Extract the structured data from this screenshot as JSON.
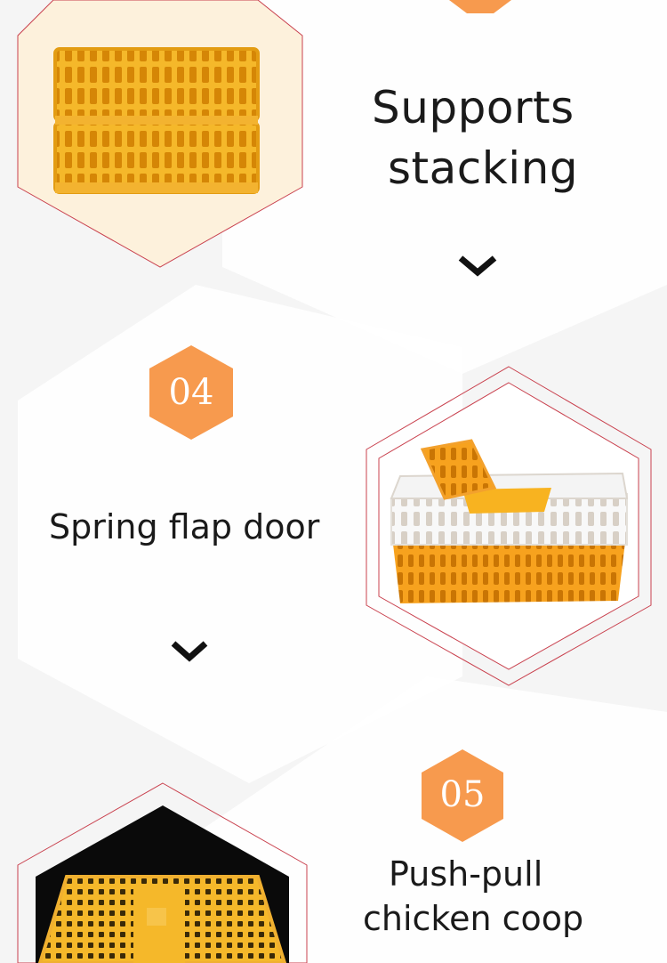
{
  "palette": {
    "background": "#f5f5f5",
    "panel": "#ffffff",
    "accent_orange": "#f79a4e",
    "crate_yellow": "#f5b82a",
    "crate_dark": "#d98c08",
    "frame_line": "#c9414e",
    "chevron": "#111111"
  },
  "features": [
    {
      "title_lines": [
        "Supports",
        "stacking"
      ],
      "image_icon": "stacked-yellow-crates",
      "chevron_icon": "chevron-down-icon"
    },
    {
      "number": "04",
      "title_lines": [
        "Spring flap door"
      ],
      "image_icon": "white-orange-crate-open-door",
      "chevron_icon": "chevron-down-icon"
    },
    {
      "number": "05",
      "title_lines": [
        "Push-pull",
        "chicken coop"
      ],
      "image_icon": "yellow-crate-top-view"
    }
  ]
}
